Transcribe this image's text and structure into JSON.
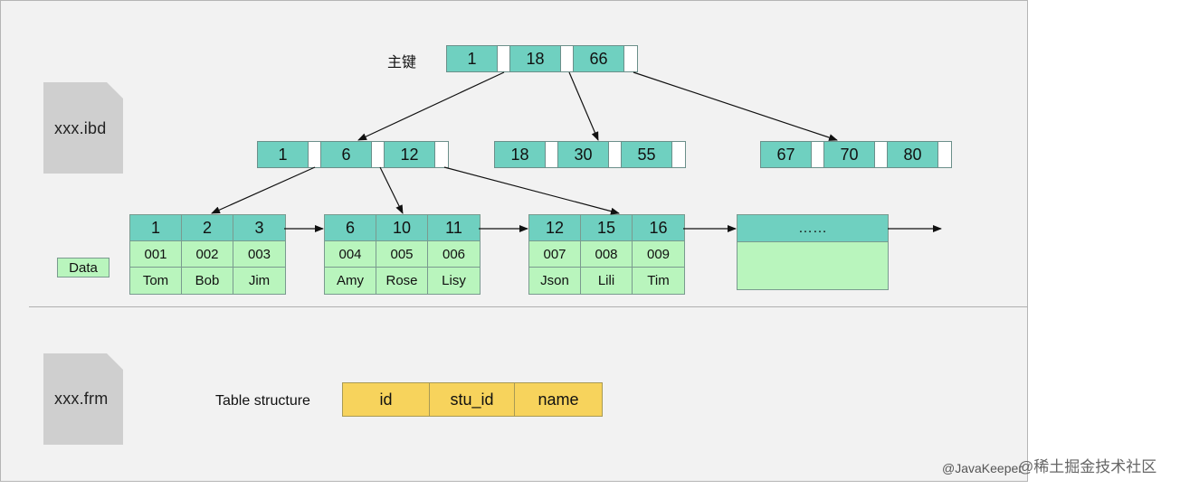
{
  "files": {
    "ibd_label": "xxx.ibd",
    "frm_label": "xxx.frm"
  },
  "primary_key_label": "主键",
  "root": {
    "keys": [
      "1",
      "18",
      "66"
    ]
  },
  "internal_nodes": [
    {
      "keys": [
        "1",
        "6",
        "12"
      ]
    },
    {
      "keys": [
        "18",
        "30",
        "55"
      ]
    },
    {
      "keys": [
        "67",
        "70",
        "80"
      ]
    }
  ],
  "leaves": [
    {
      "keys": [
        "1",
        "2",
        "3"
      ],
      "stu_ids": [
        "001",
        "002",
        "003"
      ],
      "names": [
        "Tom",
        "Bob",
        "Jim"
      ]
    },
    {
      "keys": [
        "6",
        "10",
        "11"
      ],
      "stu_ids": [
        "004",
        "005",
        "006"
      ],
      "names": [
        "Amy",
        "Rose",
        "Lisy"
      ]
    },
    {
      "keys": [
        "12",
        "15",
        "16"
      ],
      "stu_ids": [
        "007",
        "008",
        "009"
      ],
      "names": [
        "Json",
        "Lili",
        "Tim"
      ]
    }
  ],
  "ellipsis_node": "……",
  "data_legend": "Data",
  "table_structure": {
    "label": "Table structure",
    "columns": [
      "id",
      "stu_id",
      "name"
    ]
  },
  "watermark": {
    "author": "@JavaKeeper",
    "site": "@稀土掘金技术社区"
  },
  "colors": {
    "key_cell": "#6fd0c0",
    "data_cell": "#b9f5bd",
    "column_cell": "#f7d35c",
    "file_icon": "#cfcfcf"
  }
}
